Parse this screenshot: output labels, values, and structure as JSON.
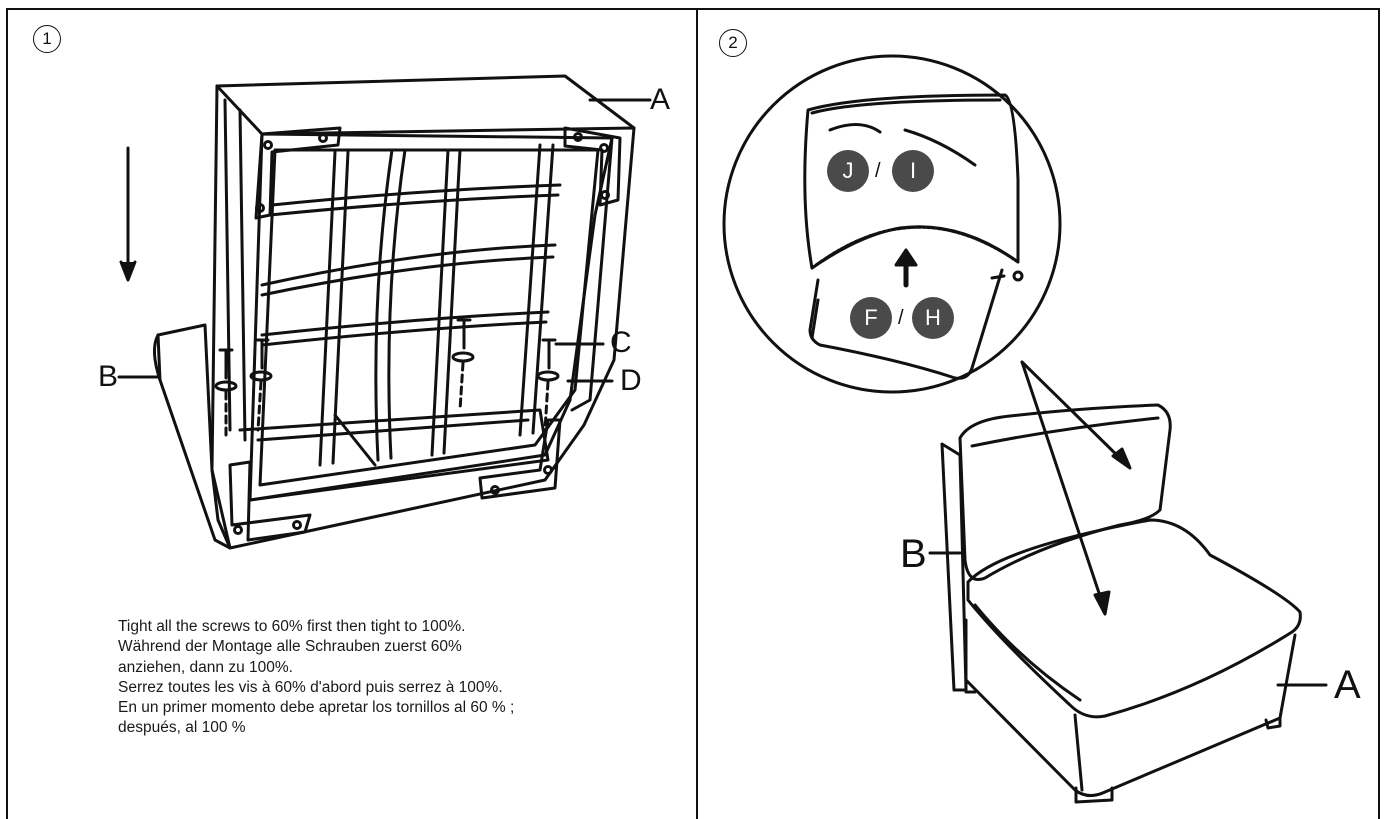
{
  "steps": {
    "step1": "1",
    "step2": "2"
  },
  "step1_labels": {
    "A": "A",
    "B": "B",
    "C": "C",
    "D": "D"
  },
  "step2_labels": {
    "A": "A",
    "B": "B"
  },
  "cushion_badges": {
    "top_left": "J",
    "top_right": "I",
    "bottom_left": "F",
    "bottom_right": "H",
    "separator": "/"
  },
  "instructions": [
    "Tight all the screws to 60% first then tight to 100%.",
    "Während der Montage alle Schrauben zuerst 60%",
    "anziehen, dann zu 100%.",
    "Serrez toutes les vis à 60% d'abord puis serrez à 100%.",
    "En un primer momento debe apretar los tornillos al 60 % ;",
    "después, al 100 %"
  ],
  "colors": {
    "line": "#111111",
    "badge": "#4a4a4a",
    "background": "#ffffff"
  }
}
